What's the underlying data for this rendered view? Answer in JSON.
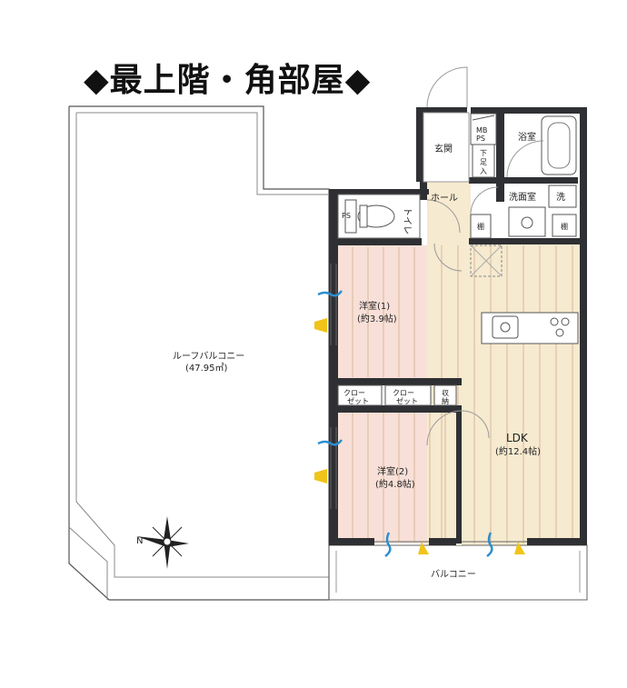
{
  "headline": "◆最上階・角部屋◆",
  "rooms": {
    "roof_balcony": {
      "name": "ルーフバルコニー",
      "area": "(47.95㎡)"
    },
    "western1": {
      "name": "洋室(1)",
      "area": "(約3.9帖)"
    },
    "western2": {
      "name": "洋室(2)",
      "area": "(約4.8帖)"
    },
    "ldk": {
      "name": "LDK",
      "area": "(約12.4帖)"
    },
    "entrance": "玄関",
    "hall": "ホール",
    "toilet": "トイレ",
    "bath": "浴室",
    "washroom": "洗面室",
    "balcony": "バルコニー",
    "closet1": [
      "クロー",
      "ゼット"
    ],
    "closet2": [
      "クロー",
      "ゼット"
    ],
    "storage": [
      "収",
      "納"
    ],
    "mbps": [
      "MB",
      "PS"
    ],
    "shoe_box": [
      "下",
      "足",
      "入"
    ],
    "ps": "PS",
    "washer": "洗",
    "cabinet_left": "棚",
    "cabinet_right": "棚"
  },
  "compass": {
    "label": "N"
  },
  "colors": {
    "wall": "#2f3033",
    "western_floor": "#f8e0d8",
    "ldk_floor": "#f6ead0",
    "wet_floor": "#ffffff",
    "floor_line": "#d8b89a",
    "blue_mark": "#2a8fd0",
    "yellow_mark": "#f0c419"
  }
}
